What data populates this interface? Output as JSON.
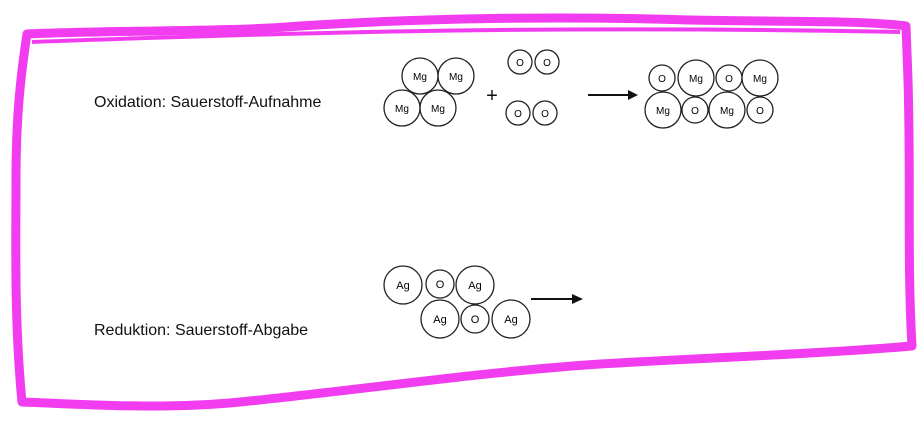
{
  "border_color": "#f23cf0",
  "oxidation": {
    "label": "Oxidation: Sauerstoff-Aufnahme",
    "plus_sign": "+",
    "reactant_metal": [
      "Mg",
      "Mg",
      "Mg",
      "Mg"
    ],
    "reactant_oxygen": [
      "O",
      "O",
      "O",
      "O"
    ],
    "product_top": [
      "O",
      "Mg",
      "O",
      "Mg"
    ],
    "product_bottom": [
      "Mg",
      "O",
      "Mg",
      "O"
    ]
  },
  "reduction": {
    "label": "Reduktion: Sauerstoff-Abgabe",
    "reactant_top": [
      "Ag",
      "O",
      "Ag"
    ],
    "reactant_bottom": [
      "Ag",
      "O",
      "Ag"
    ]
  }
}
